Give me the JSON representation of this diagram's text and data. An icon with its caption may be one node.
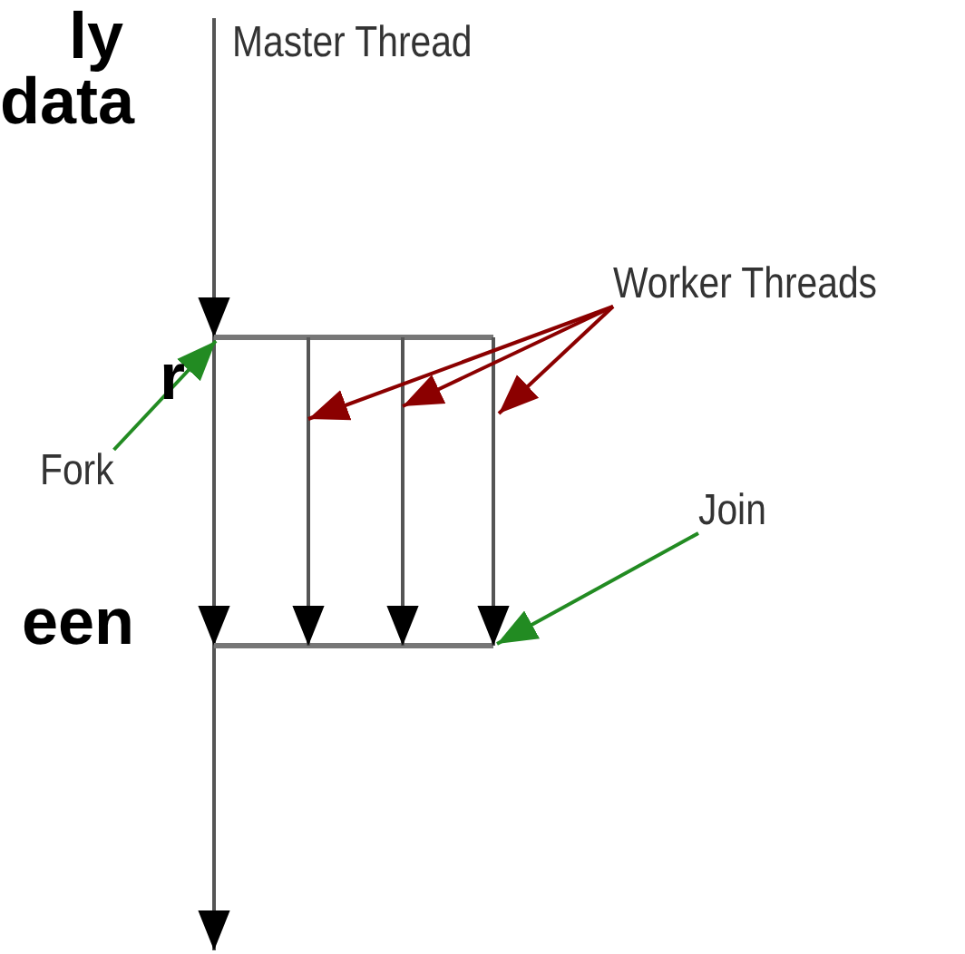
{
  "diagram": {
    "nodes": [
      {
        "text": [
          "Worker Threads"
        ]
      },
      {
        "text": [
          "Fork"
        ]
      },
      {
        "text": [
          "Join"
        ]
      }
    ],
    "edges": [
      {
        "from": 0,
        "to": null,
        "arrow": "to",
        "color": "#8b0000"
      },
      {
        "from": 0,
        "to": null,
        "arrow": "to",
        "color": "#8b0000"
      },
      {
        "from": 0,
        "to": null,
        "arrow": "to",
        "color": "#8b0000"
      },
      {
        "from": 1,
        "to": null,
        "arrow": "to",
        "color": "#228b22"
      },
      {
        "from": 2,
        "to": null,
        "arrow": "to",
        "color": "#228b22"
      }
    ],
    "labels": [
      "ly",
      "data",
      "r",
      "een",
      "Master Thread"
    ]
  }
}
